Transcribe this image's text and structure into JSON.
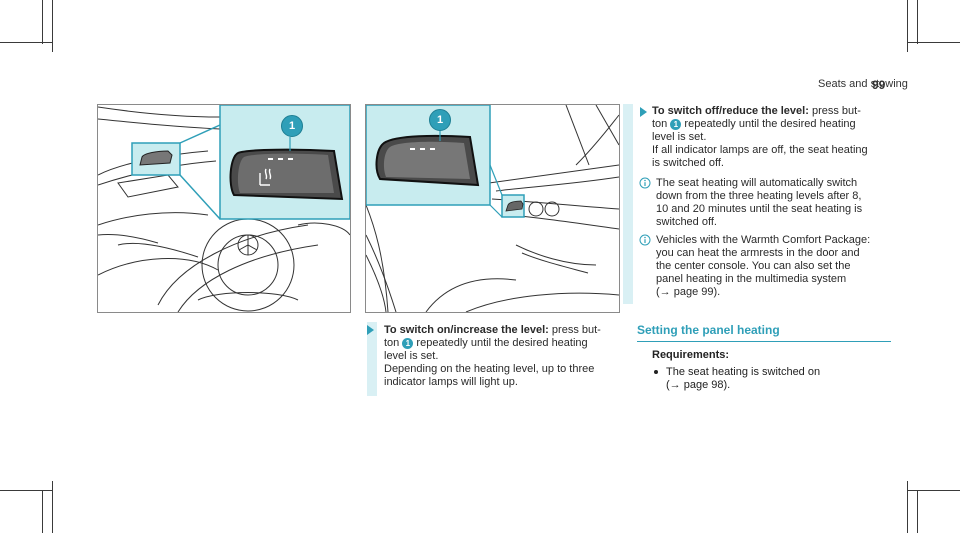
{
  "header": {
    "section": "Seats and stowing",
    "page_number": "99"
  },
  "figure_left": {
    "callout": "1"
  },
  "figure_right": {
    "callout": "1"
  },
  "step_on": {
    "title": "To switch on/increase the level:",
    "line1_rest": "press but-",
    "line2_a": "ton",
    "callout": "1",
    "line2_b": "repeatedly until the desired heating",
    "line3": "level is set.",
    "line4": "Depending on the heating level, up to three",
    "line5": "indicator lamps will light up."
  },
  "step_off": {
    "title": "To switch off/reduce the level:",
    "line1_rest": "press but-",
    "line2_a": "ton",
    "callout": "1",
    "line2_b": "repeatedly until the desired heating",
    "line3": "level is set.",
    "line4": "If all indicator lamps are off, the seat heating",
    "line5": "is switched off."
  },
  "note1": {
    "line1": "The seat heating will automatically switch",
    "line2": "down from the three heating levels after 8,",
    "line3": "10 and 20 minutes until the seat heating is",
    "line4": "switched off."
  },
  "note2": {
    "line1": "Vehicles with the Warmth Comfort Package:",
    "line2": "you can heat the armrests in the door and",
    "line3": "the center console. You can also set the",
    "line4": "panel heating in the multimedia system",
    "line5": "(→ page 99)."
  },
  "section": {
    "title": "Setting the panel heating",
    "requirements_label": "Requirements:",
    "bullet_line1": "The seat heating is switched on",
    "bullet_line2": "(→ page 98)."
  },
  "colors": {
    "accent": "#2f9fb8",
    "callout_panel": "#c8ecef",
    "text": "#2a2a2a"
  }
}
